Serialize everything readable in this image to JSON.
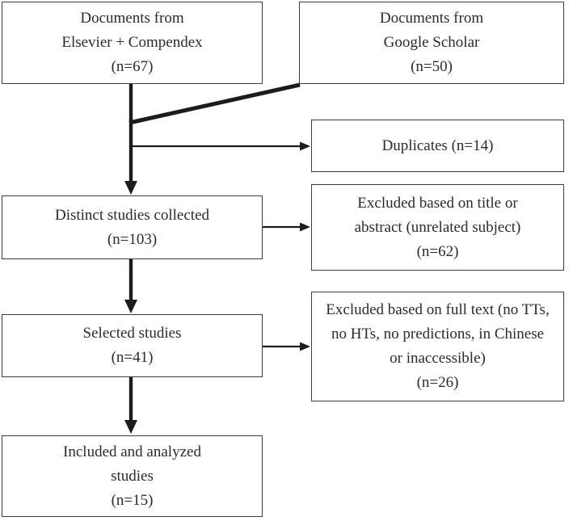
{
  "diagram_type": "study-selection-flowchart",
  "colors": {
    "background": "#ffffff",
    "border": "#3d3d3d",
    "line": "#1c1c1c",
    "text": "#2b2b2b"
  },
  "boxes": [
    {
      "name": "documents-elsevier-compendex",
      "count": 67,
      "lines": [
        "Documents from",
        "Elsevier + Compendex",
        "(n=67)"
      ]
    },
    {
      "name": "documents-google-scholar",
      "count": 50,
      "lines": [
        "Documents from",
        "Google Scholar",
        "(n=50)"
      ]
    },
    {
      "name": "duplicates",
      "count": 14,
      "lines": [
        "Duplicates (n=14)"
      ]
    },
    {
      "name": "distinct-studies-collected",
      "count": 103,
      "lines": [
        "Distinct studies collected",
        "(n=103)"
      ]
    },
    {
      "name": "excluded-title-abstract",
      "count": 62,
      "lines": [
        "Excluded based on title or",
        "abstract (unrelated subject)",
        "(n=62)"
      ]
    },
    {
      "name": "selected-studies",
      "count": 41,
      "lines": [
        "Selected studies",
        "(n=41)"
      ]
    },
    {
      "name": "excluded-full-text",
      "count": 26,
      "lines": [
        "Excluded based on full text (no TTs,",
        "no HTs, no predictions, in Chinese",
        "or inaccessible)",
        "(n=26)"
      ]
    },
    {
      "name": "included-analyzed-studies",
      "count": 15,
      "lines": [
        "Included and analyzed",
        "studies",
        "(n=15)"
      ]
    }
  ]
}
